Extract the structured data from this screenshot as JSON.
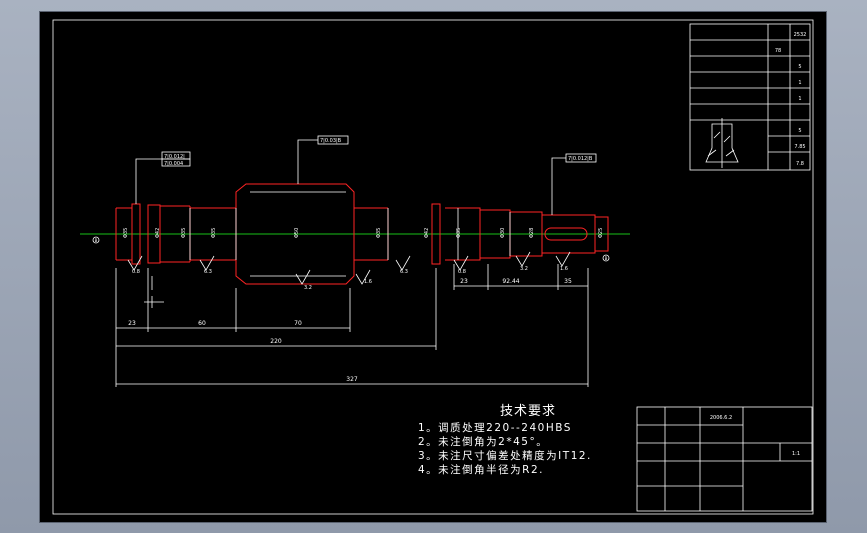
{
  "drawing": {
    "tech_title": "技术要求",
    "requirements": [
      "1。调质处理220--240HBS",
      "2。未注倒角为2*45°。",
      "3。未注尺寸偏差处精度为IT12.",
      "4。未注倒角半径为R2."
    ],
    "dims": {
      "total": "327",
      "span": "220",
      "d23a": "23",
      "d60": "60",
      "d70": "70",
      "d23b": "23",
      "d9244": "92.44",
      "d35": "35"
    },
    "tolerances": [
      "7|0.012|",
      "7|0.004",
      "7|0.03|B",
      "7|0.012|B"
    ],
    "roughness": [
      "0.8",
      "6.3",
      "3.2",
      "1.6",
      "6.3",
      "0.8",
      "3.2",
      "1.6"
    ],
    "datums": [
      "B",
      "B"
    ],
    "gear_table": {
      "values": [
        "2532",
        "78",
        "5",
        "1",
        "1",
        "5",
        "7.85",
        "7.8"
      ]
    },
    "title_block": {
      "date": "2006.6.2",
      "scale": "1:1"
    }
  }
}
